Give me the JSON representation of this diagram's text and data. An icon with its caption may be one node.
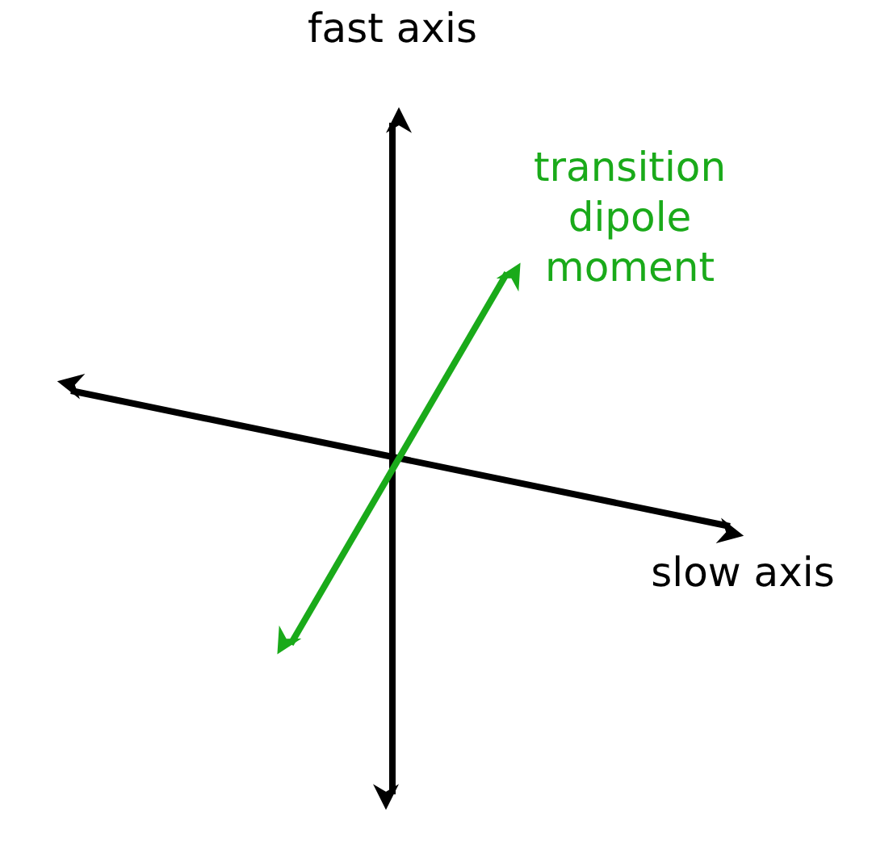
{
  "diagram": {
    "labels": [
      "fast axis",
      "transition dipole moment",
      "slow axis"
    ]
  }
}
